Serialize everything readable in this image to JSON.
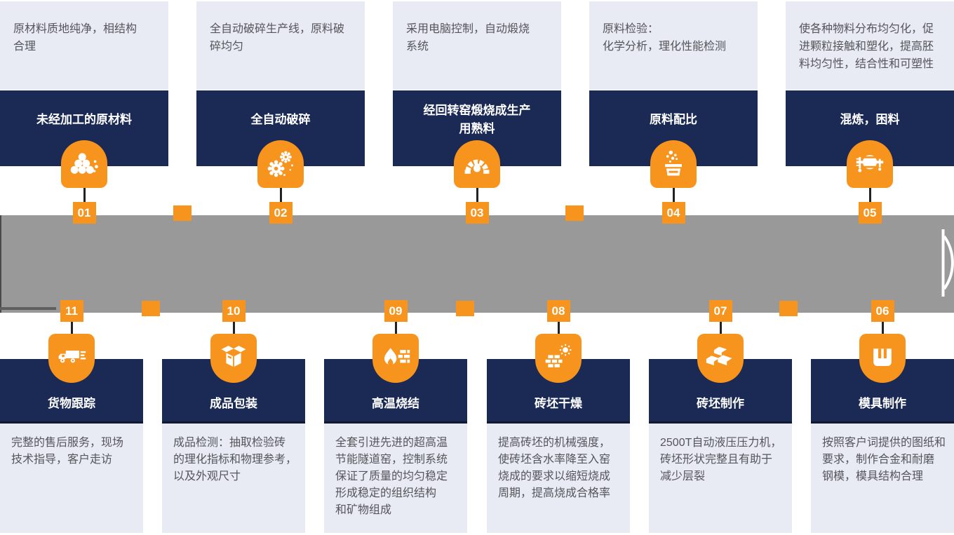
{
  "colors": {
    "orange": "#f7941e",
    "navy": "#1a2a55",
    "light_panel": "#e8eaf4",
    "road_gray": "#999999",
    "body_text": "#54565a",
    "title_text": "#ffffff"
  },
  "top_steps": [
    {
      "number": "01",
      "title": "未经加工的原材料",
      "description": "原材料质地纯净，相结构\n合理",
      "icon": "rock-pile-icon"
    },
    {
      "number": "02",
      "title": "全自动破碎",
      "description": "全自动破碎生产线，原料破\n碎均匀",
      "icon": "gears-icon"
    },
    {
      "number": "03",
      "title": "经回转窑煅烧成生产\n用熟料",
      "description": "采用电脑控制，自动煅烧\n系统",
      "icon": "kiln-flame-icon"
    },
    {
      "number": "04",
      "title": "原料配比",
      "description": "原料检验：\n化学分析，理化性能检测",
      "icon": "material-box-icon"
    },
    {
      "number": "05",
      "title": "混炼，困料",
      "description": "使各种物料分布均匀化，促\n进颗粒接触和塑化，提高胚\n料均匀性，结合性和可塑性",
      "icon": "mixer-icon"
    }
  ],
  "bottom_steps": [
    {
      "number": "11",
      "title": "货物跟踪",
      "description": "完整的售后服务，现场\n技术指导，客户走访",
      "icon": "truck-icon"
    },
    {
      "number": "10",
      "title": "成品包装",
      "description": "成品检测：抽取检验砖\n的理化指标和物理参考，\n以及外观尺寸",
      "icon": "package-box-icon"
    },
    {
      "number": "09",
      "title": "高温烧结",
      "description": "全套引进先进的超高温\n节能隧道窑，控制系统\n保证了质量的均匀稳定\n形成稳定的组织结构\n和矿物组成",
      "icon": "flame-bricks-icon"
    },
    {
      "number": "08",
      "title": "砖坯干燥",
      "description": "提高砖坯的机械强度，\n使砖坯含水率降至入窑\n烧成的要求以缩短烧成\n周期，提高烧成合格率",
      "icon": "brick-wall-sun-icon"
    },
    {
      "number": "07",
      "title": "砖坯制作",
      "description": "2500T自动液压压力机，\n砖坯形状完整且有助于\n减少层裂",
      "icon": "bricks-stack-icon"
    },
    {
      "number": "06",
      "title": "模具制作",
      "description": "按照客户词提供的图纸和\n要求，制作合金和耐磨\n钢模，模具结构合理",
      "icon": "mold-icon"
    }
  ]
}
